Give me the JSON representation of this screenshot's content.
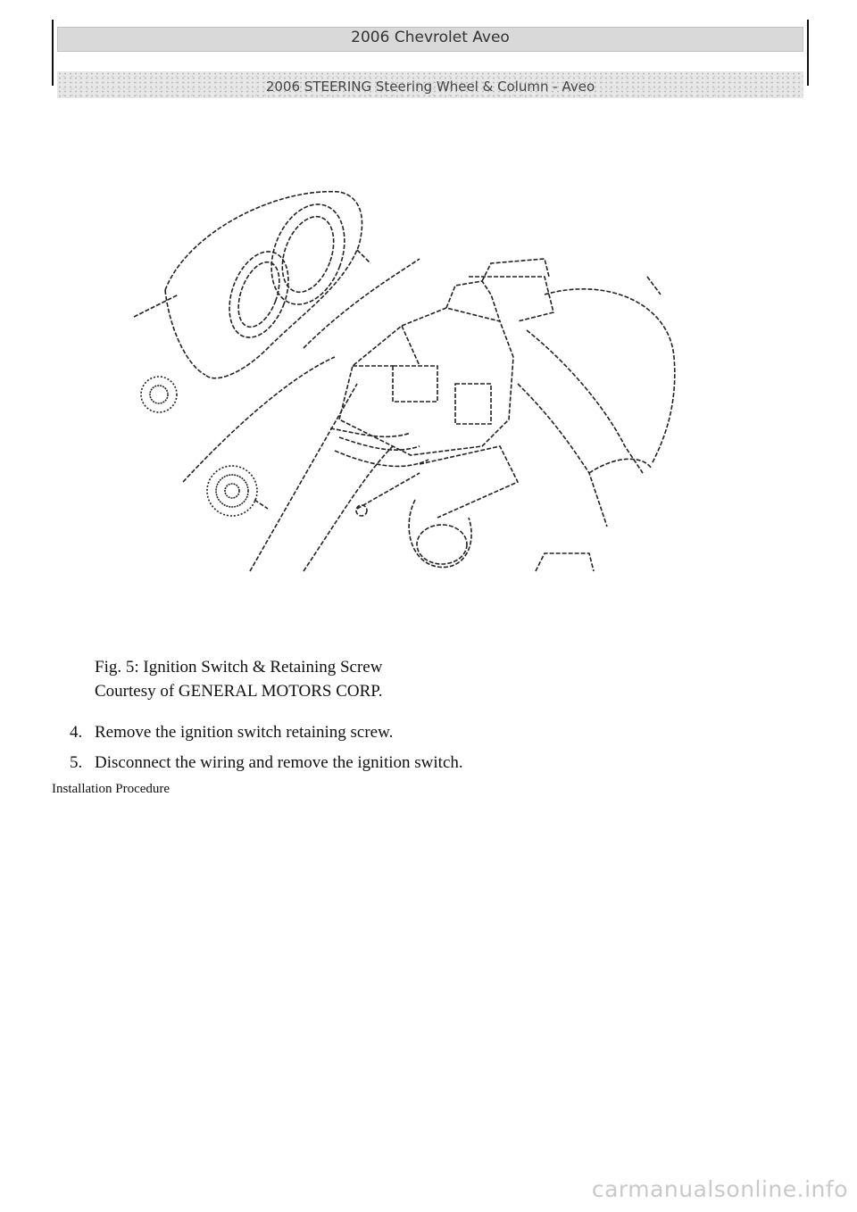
{
  "header": {
    "title": "2006 Chevrolet Aveo",
    "subtitle": "2006 STEERING Steering Wheel & Column - Aveo"
  },
  "figure": {
    "caption_line1": "Fig. 5: Ignition Switch & Retaining Screw",
    "caption_line2": "Courtesy of GENERAL MOTORS CORP."
  },
  "steps": [
    {
      "number": "4.",
      "text": "Remove the ignition switch retaining screw."
    },
    {
      "number": "5.",
      "text": "Disconnect the wiring and remove the ignition switch."
    }
  ],
  "section_heading": "Installation Procedure",
  "watermark": "carmanualsonline.info"
}
